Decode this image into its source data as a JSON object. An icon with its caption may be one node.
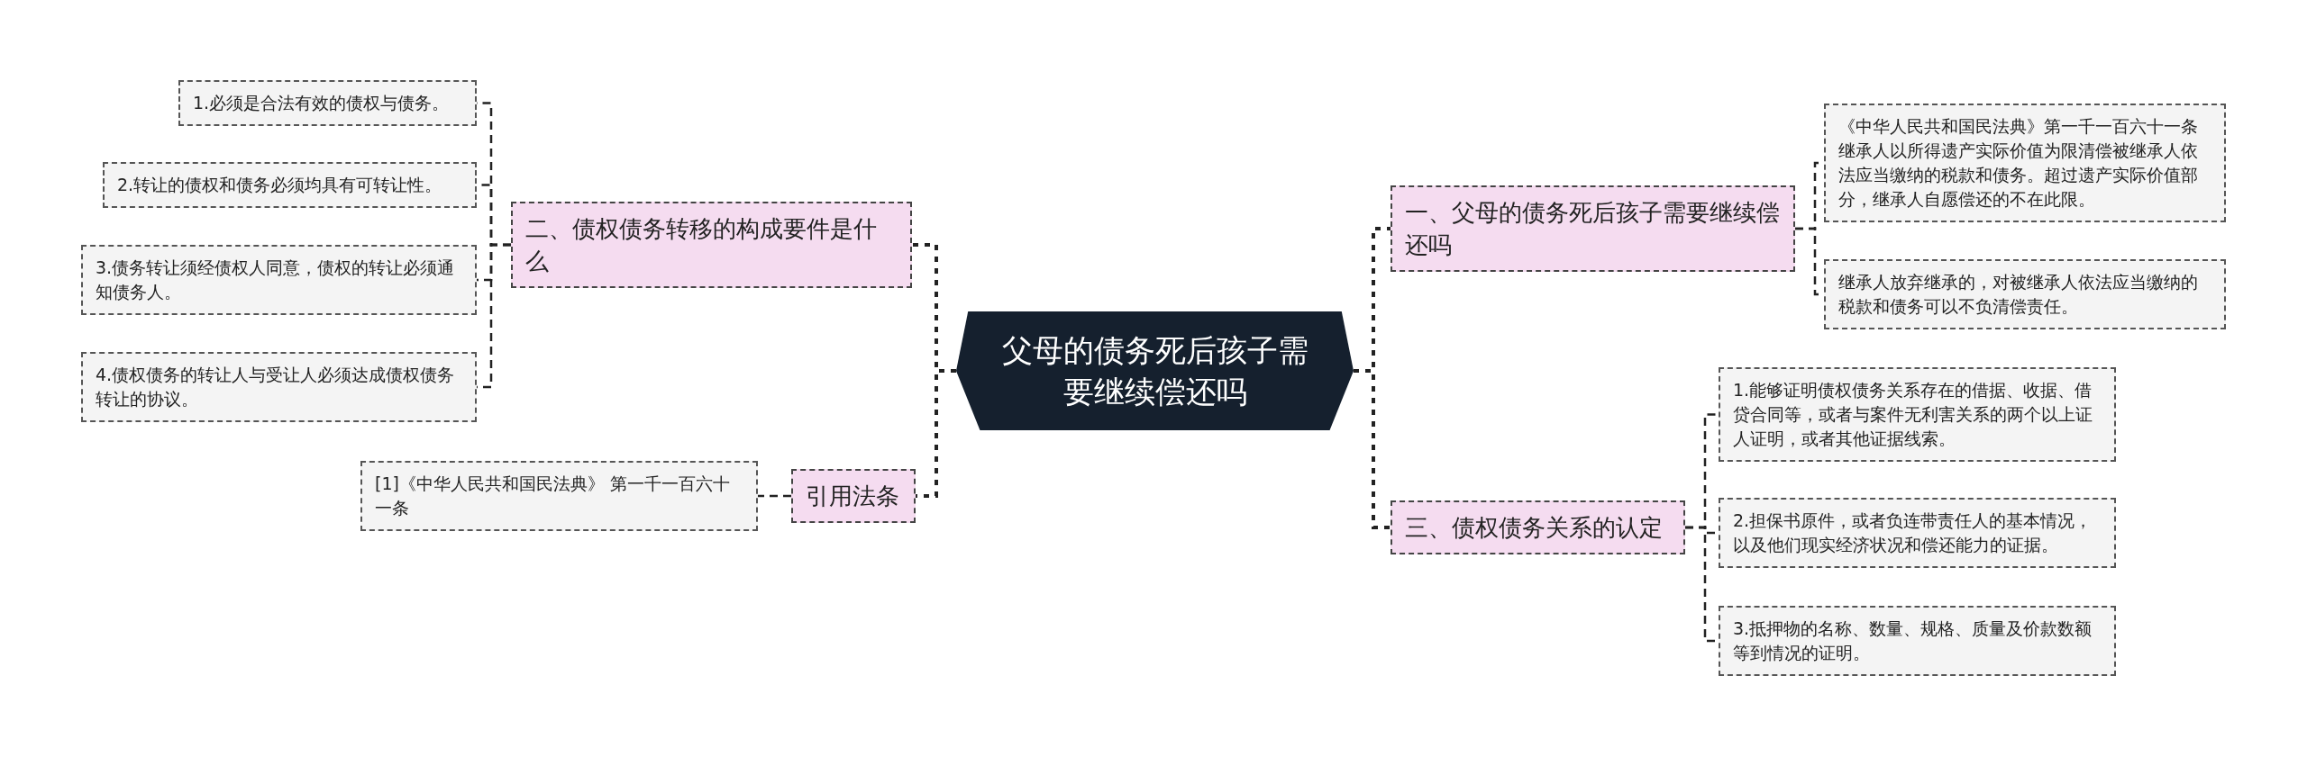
{
  "diagram": {
    "nodes": [
      {
        "text": [
          "父母的债务死后孩子需要继续偿还吗"
        ]
      },
      {
        "text": [
          "一、父母的债务死后孩子需要继续偿还吗"
        ]
      },
      {
        "text": [
          "《中华人民共和国民法典》第一千一百六十一条继承人以所得遗产实际价值为限清偿被继承人依法应当缴纳的税款和债务。超过遗产实际价值部分，继承人自愿偿还的不在此限。"
        ]
      },
      {
        "text": [
          "继承人放弃继承的，对被继承人依法应当缴纳的税款和债务可以不负清偿责任。"
        ]
      },
      {
        "text": [
          "三、债权债务关系的认定"
        ]
      },
      {
        "text": [
          "1.能够证明债权债务关系存在的借据、收据、借贷合同等，或者与案件无利害关系的两个以上证人证明，或者其他证据线索。"
        ]
      },
      {
        "text": [
          "2.担保书原件，或者负连带责任人的基本情况，以及他们现实经济状况和偿还能力的证据。"
        ]
      },
      {
        "text": [
          "3.抵押物的名称、数量、规格、质量及价款数额等到情况的证明。"
        ]
      },
      {
        "text": [
          "二、债权债务转移的构成要件是什么"
        ]
      },
      {
        "text": [
          "1.必须是合法有效的债权与债务。"
        ]
      },
      {
        "text": [
          "2.转让的债权和债务必须均具有可转让性。"
        ]
      },
      {
        "text": [
          "3.债务转让须经债权人同意，债权的转让必须通知债务人。"
        ]
      },
      {
        "text": [
          "4.债权债务的转让人与受让人必须达成债权债务转让的协议。"
        ]
      },
      {
        "text": [
          "引用法条"
        ]
      },
      {
        "text": [
          "[1]《中华人民共和国民法典》 第一千一百六十一条"
        ]
      }
    ],
    "edges": [
      {
        "from": 0,
        "to": 1,
        "arrow": "none"
      },
      {
        "from": 0,
        "to": 4,
        "arrow": "none"
      },
      {
        "from": 0,
        "to": 8,
        "arrow": "none"
      },
      {
        "from": 0,
        "to": 13,
        "arrow": "none"
      },
      {
        "from": 1,
        "to": 2,
        "arrow": "none"
      },
      {
        "from": 1,
        "to": 3,
        "arrow": "none"
      },
      {
        "from": 4,
        "to": 5,
        "arrow": "none"
      },
      {
        "from": 4,
        "to": 6,
        "arrow": "none"
      },
      {
        "from": 4,
        "to": 7,
        "arrow": "none"
      },
      {
        "from": 8,
        "to": 9,
        "arrow": "none"
      },
      {
        "from": 8,
        "to": 10,
        "arrow": "none"
      },
      {
        "from": 8,
        "to": 11,
        "arrow": "none"
      },
      {
        "from": 8,
        "to": 12,
        "arrow": "none"
      },
      {
        "from": 13,
        "to": 14,
        "arrow": "none"
      }
    ]
  }
}
